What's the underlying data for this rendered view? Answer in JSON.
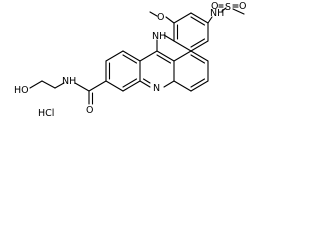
{
  "structure": {
    "atom_labels": {
      "nh_bridge": "NH",
      "methoxy_o": "O",
      "sulfonamide_nh": "NH",
      "sulfur": "S",
      "sulfonyl_o_left": "O",
      "sulfonyl_o_right": "O",
      "ring_n": "N",
      "amide_nh": "NH",
      "amide_o": "O",
      "hydroxyl": "HO",
      "salt": "HCl"
    }
  }
}
